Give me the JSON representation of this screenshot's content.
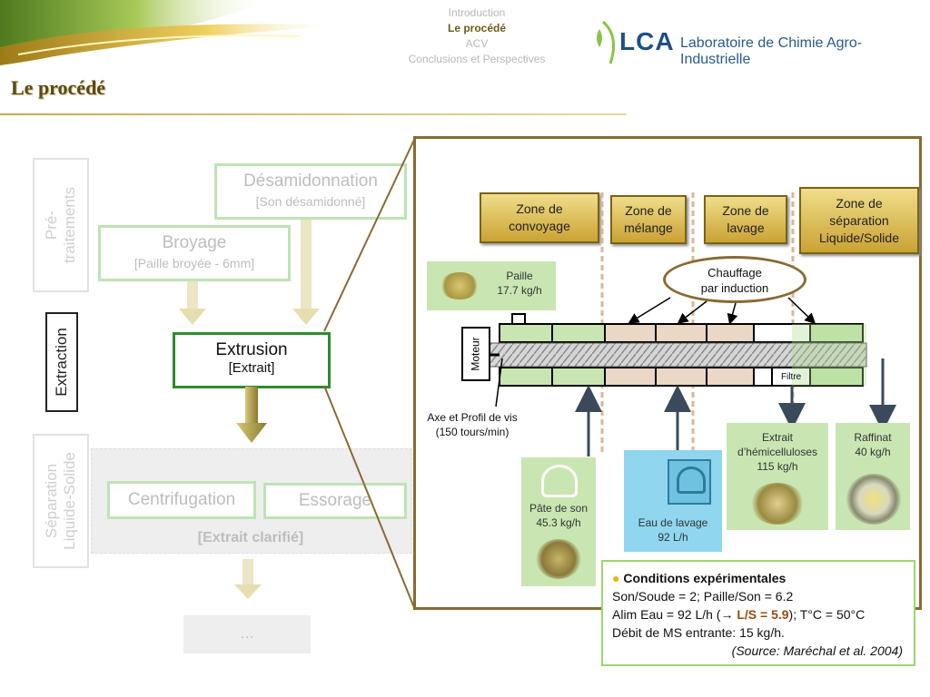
{
  "nav": {
    "items": [
      "Introduction",
      "Le procédé",
      "ACV",
      "Conclusions et Perspectives"
    ],
    "active_index": 1
  },
  "logo": {
    "short": "LCA",
    "full": "Laboratoire de Chimie Agro-Industrielle"
  },
  "page_title": "Le procédé",
  "side_tabs": {
    "pretreat": [
      "Pré-",
      "traitements"
    ],
    "extraction": "Extraction",
    "separation": [
      "Séparation",
      "Liquide-Solide"
    ]
  },
  "flow": {
    "desamidonnation": {
      "title": "Désamidonnation",
      "sub": "[Son désamidonné]"
    },
    "broyage": {
      "title": "Broyage",
      "sub": "[Paille broyée - 6mm]"
    },
    "extrusion": {
      "title": "Extrusion",
      "sub": "[Extrait]"
    },
    "centrifugation": "Centrifugation",
    "essorage": "Essorage",
    "extrait_clarifie": "[Extrait clarifié]",
    "ellipsis": "…"
  },
  "zones": {
    "convoyage": [
      "Zone de",
      "convoyage"
    ],
    "melange": [
      "Zone de",
      "mélange"
    ],
    "lavage": [
      "Zone de",
      "lavage"
    ],
    "separation": [
      "Zone de",
      "séparation",
      "Liquide/Solide"
    ]
  },
  "diagram": {
    "paille": [
      "Paille",
      "17.7 kg/h"
    ],
    "chauffage": [
      "Chauffage",
      "par induction"
    ],
    "moteur": "Moteur",
    "filtre": "Filtre",
    "axe": [
      "Axe et Profil de vis",
      "(150 tours/min)"
    ],
    "pate": [
      "Pâte de son",
      "45.3 kg/h"
    ],
    "eau": [
      "Eau de lavage",
      "92 L/h"
    ],
    "extrait": [
      "Extrait",
      "d’hémicelluloses",
      "115 kg/h"
    ],
    "raffinat": [
      "Raffinat",
      "40 kg/h"
    ]
  },
  "conditions": {
    "heading": "Conditions expérimentales",
    "line1": "Son/Soude = 2; Paille/Son = 6.2",
    "line2_a": "Alim Eau = 92 L/h (",
    "line2_arrow": "→",
    "line2_ls": "L/S = 5.9",
    "line2_b": "); T°C = 50°C",
    "line3": "Débit de MS entrante: 15 kg/h.",
    "source": "(Source: Maréchal et al. 2004)"
  },
  "colors": {
    "accent": "#6b5a1a",
    "green": "#8bc34a",
    "gold": "#c9a235",
    "frame": "#8a6a32"
  }
}
